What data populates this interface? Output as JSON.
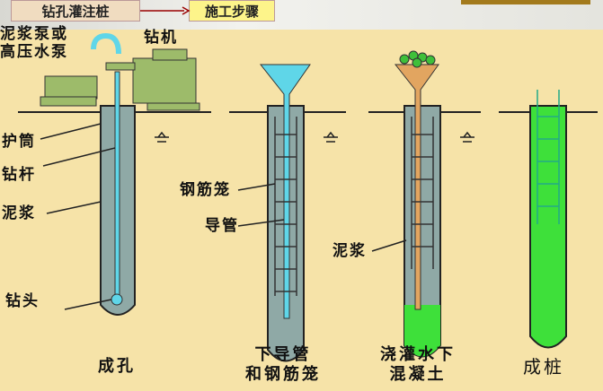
{
  "header": {
    "title_box": "钻孔灌注桩",
    "step_box": "施工步骤"
  },
  "labels": {
    "pump": "泥浆泵或\n高压水泵",
    "rig": "钻机",
    "casing": "护筒",
    "rod": "钻杆",
    "mud1": "泥浆",
    "bit": "钻头",
    "cage": "钢筋笼",
    "tremie": "导管",
    "mud2": "泥浆"
  },
  "steps": [
    {
      "caption": "成孔"
    },
    {
      "caption": "下导管\n和钢筋笼"
    },
    {
      "caption": "浇灌水下\n混凝土"
    },
    {
      "caption": "成桩"
    }
  ],
  "colors": {
    "background": "#f6e3a8",
    "mud": "#8fa9a6",
    "water": "#5fd6e8",
    "concrete": "#3ee03a",
    "machine": "#9dbb6a",
    "tremie_concrete": "#e2a560"
  }
}
